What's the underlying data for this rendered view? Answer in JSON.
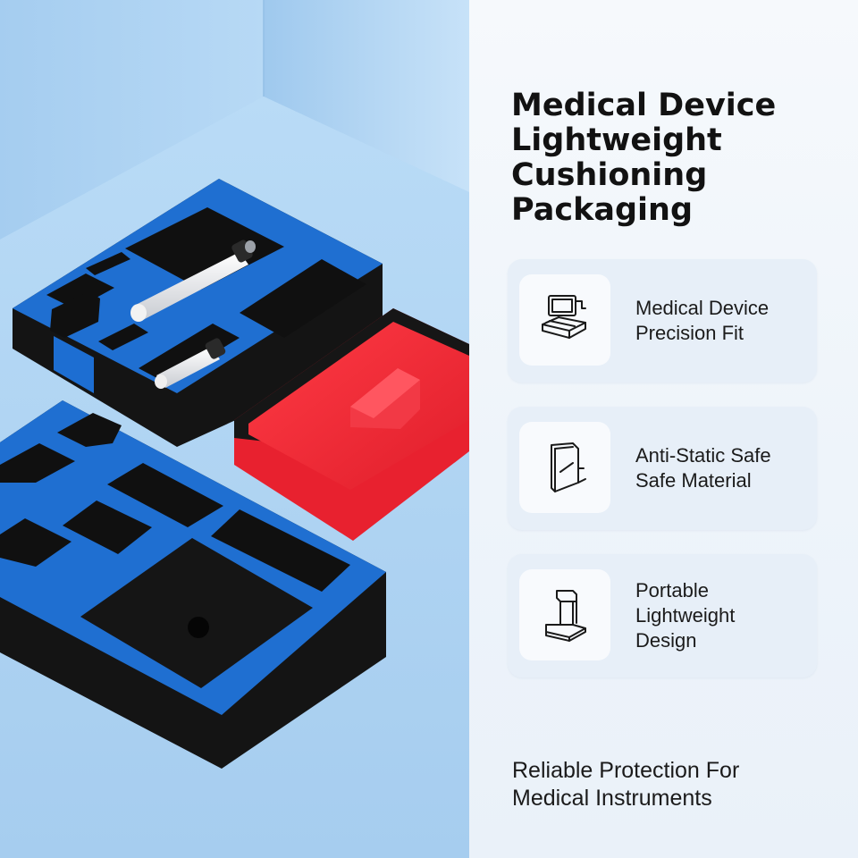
{
  "title_lines": [
    "Medical Device",
    "Lightweight",
    "Cushioning",
    "Packaging"
  ],
  "features": [
    {
      "icon": "laptop-box-icon",
      "lines": [
        "Medical Device",
        "Precision Fit"
      ]
    },
    {
      "icon": "door-panel-icon",
      "lines": [
        "Anti-Static Safe",
        "Safe Material"
      ]
    },
    {
      "icon": "pillar-stand-icon",
      "lines": [
        "Portable",
        "Lightweight",
        "Design"
      ]
    }
  ],
  "footer_lines": [
    "Reliable Protection For",
    "Medical Instruments"
  ],
  "colors": {
    "foam_blue": "#1f6fd1",
    "foam_black": "#141414",
    "foam_red": "#e8212f",
    "backdrop": "#a9d1f2",
    "panel_bg": "#f2f6fb",
    "card_bg": "#e7eff8"
  }
}
